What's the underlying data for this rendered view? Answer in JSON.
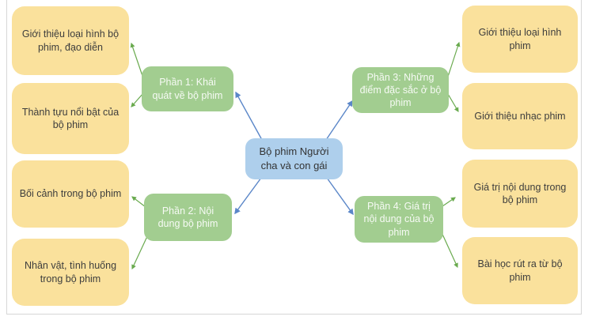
{
  "colors": {
    "canvas_background": "#ffffff",
    "frame_border": "#d7d7d7",
    "center_fill": "#aecfec",
    "branch_fill": "#a2cd90",
    "topic_fill": "#fae19c",
    "blue_connector": "#5a86c8",
    "green_connector": "#69aa4e",
    "dark_text": "#3d3d3d",
    "light_text": "#ffffff"
  },
  "map": {
    "center": {
      "label": "Bộ phim Người cha và con gái"
    },
    "branches": [
      {
        "label": "Phần 1: Khái quát về bộ phim",
        "children": [
          {
            "label": "Giới thiệu loại hình bộ phim, đạo diễn"
          },
          {
            "label": "Thành tựu nổi bật của bộ phim"
          }
        ]
      },
      {
        "label": "Phần 2: Nội dung bộ phim",
        "children": [
          {
            "label": "Bối cảnh trong bộ phim"
          },
          {
            "label": "Nhân vật, tình huống trong bộ phim"
          }
        ]
      },
      {
        "label": "Phần 3: Những điểm đặc sắc ở bộ phim",
        "children": [
          {
            "label": "Giới thiệu loại hình phim"
          },
          {
            "label": "Giới thiệu nhạc phim"
          }
        ]
      },
      {
        "label": "Phần 4: Giá trị nội dung của bộ phim",
        "children": [
          {
            "label": "Giá trị nội dung trong bộ phim"
          },
          {
            "label": "Bài học rút ra từ bộ phim"
          }
        ]
      }
    ]
  }
}
